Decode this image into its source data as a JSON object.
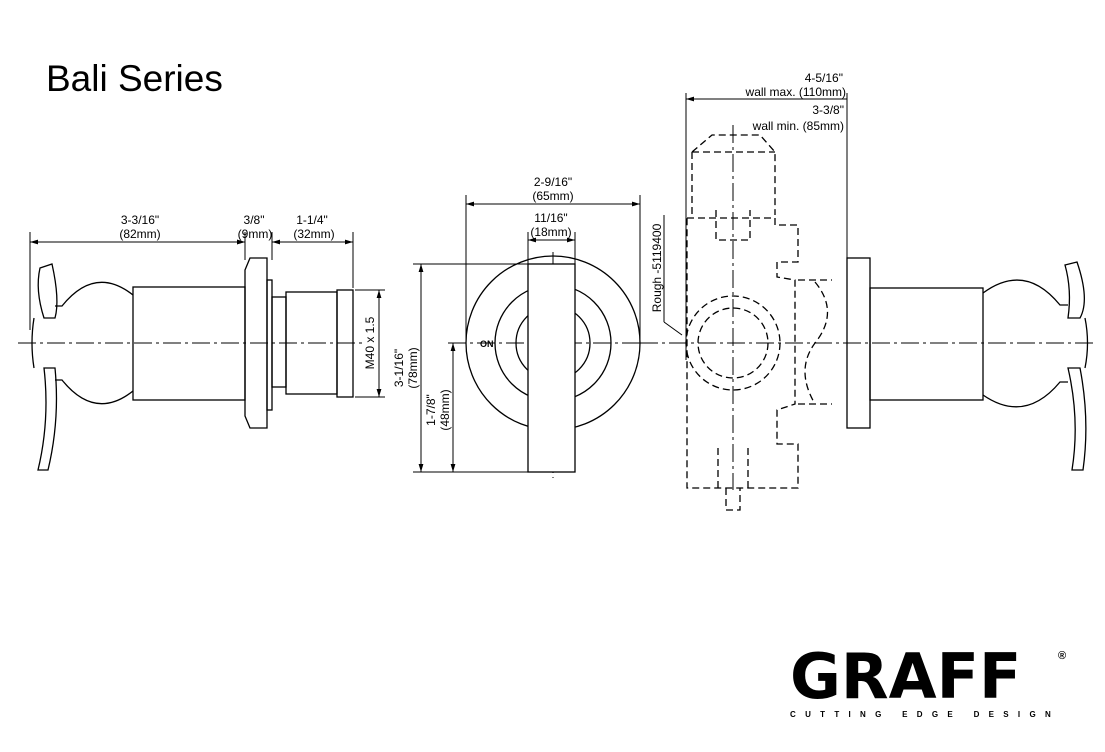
{
  "title": "Bali Series",
  "side_view": {
    "dim_handle": {
      "inch": "3-3/16\"",
      "mm": "(82mm)"
    },
    "dim_flange": {
      "inch": "3/8\"",
      "mm": "(9mm)"
    },
    "dim_thread_len": {
      "inch": "1-1/4\"",
      "mm": "(32mm)"
    },
    "thread": "M40 x 1.5"
  },
  "front_view": {
    "dim_diameter": {
      "inch": "2-9/16\"",
      "mm": "(65mm)"
    },
    "dim_lever_width": {
      "inch": "11/16\"",
      "mm": "(18mm)"
    },
    "dim_height": {
      "inch": "3-1/16\"",
      "mm": "(78mm)"
    },
    "dim_center": {
      "inch": "1-7/8\"",
      "mm": "(48mm)"
    },
    "position_label": "ON"
  },
  "installed_view": {
    "wall_max": {
      "inch": "4-5/16\"",
      "label": "wall max. (110mm)"
    },
    "wall_min": {
      "inch": "3-3/8\"",
      "label": "wall min. (85mm)"
    },
    "rough_label": "Rough -5119400"
  },
  "logo": {
    "brand": "GRAFF",
    "registered": "®",
    "tagline": "CUTTING EDGE DESIGN"
  }
}
